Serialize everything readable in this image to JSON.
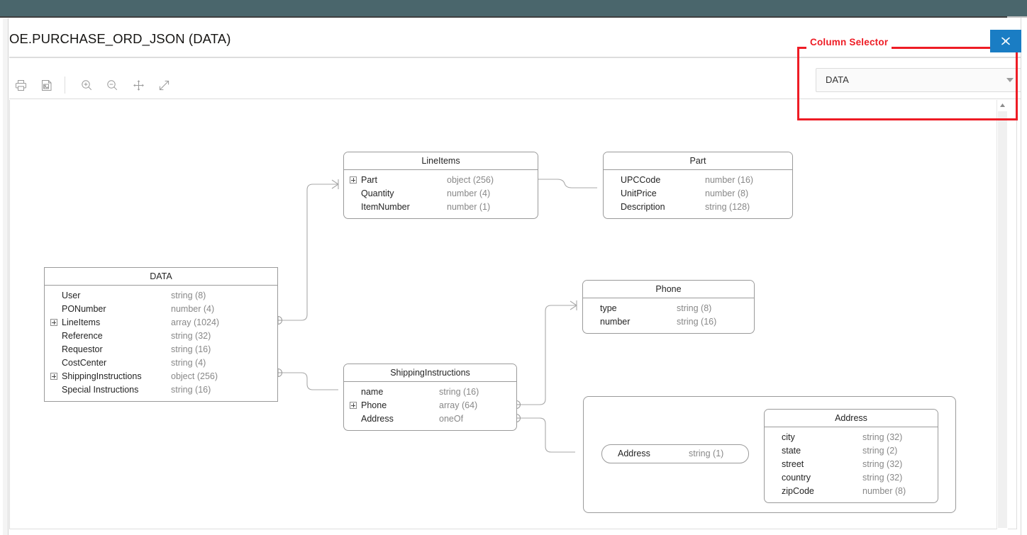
{
  "window": {
    "top_bar_color": "#4a666c",
    "accent_blue": "#1a7dc4",
    "annotation_color": "#ee1c25"
  },
  "page": {
    "title": "OE.PURCHASE_ORD_JSON (DATA)"
  },
  "toolbar": {
    "buttons": [
      {
        "name": "print-icon",
        "title": "Print"
      },
      {
        "name": "save-image-icon",
        "title": "Save as Image"
      },
      {
        "name": "zoom-in-icon",
        "title": "Zoom In"
      },
      {
        "name": "zoom-out-icon",
        "title": "Zoom Out"
      },
      {
        "name": "pan-icon",
        "title": "Pan"
      },
      {
        "name": "fit-screen-icon",
        "title": "Fit to Screen"
      }
    ]
  },
  "column_selector": {
    "annotation_label": "Column Selector",
    "selected": "DATA",
    "options": [
      "DATA"
    ]
  },
  "restore_button": {
    "label": "restore-window-icon"
  },
  "scrollbar": {
    "up_arrow": "scroll-up-icon"
  },
  "diagram": {
    "entities": [
      {
        "id": "data",
        "title": "DATA",
        "rows": [
          {
            "name": "User",
            "type": "string (8)",
            "expandable": false
          },
          {
            "name": "PONumber",
            "type": "number (4)",
            "expandable": false
          },
          {
            "name": "LineItems",
            "type": "array (1024)",
            "expandable": true
          },
          {
            "name": "Reference",
            "type": "string (32)",
            "expandable": false
          },
          {
            "name": "Requestor",
            "type": "string (16)",
            "expandable": false
          },
          {
            "name": "CostCenter",
            "type": "string (4)",
            "expandable": false
          },
          {
            "name": "ShippingInstructions",
            "type": "object (256)",
            "expandable": true
          },
          {
            "name": "Special Instructions",
            "type": "string (16)",
            "expandable": false
          }
        ]
      },
      {
        "id": "lineitems",
        "title": "LineItems",
        "rows": [
          {
            "name": "Part",
            "type": "object (256)",
            "expandable": true
          },
          {
            "name": "Quantity",
            "type": "number (4)",
            "expandable": false
          },
          {
            "name": "ItemNumber",
            "type": "number (1)",
            "expandable": false
          }
        ]
      },
      {
        "id": "part",
        "title": "Part",
        "rows": [
          {
            "name": "UPCCode",
            "type": "number (16)",
            "expandable": false
          },
          {
            "name": "UnitPrice",
            "type": "number (8)",
            "expandable": false
          },
          {
            "name": "Description",
            "type": "string (128)",
            "expandable": false
          }
        ]
      },
      {
        "id": "shippinginstructions",
        "title": "ShippingInstructions",
        "rows": [
          {
            "name": "name",
            "type": "string (16)",
            "expandable": false
          },
          {
            "name": "Phone",
            "type": "array (64)",
            "expandable": true
          },
          {
            "name": "Address",
            "type": "oneOf",
            "expandable": false
          }
        ]
      },
      {
        "id": "phone",
        "title": "Phone",
        "rows": [
          {
            "name": "type",
            "type": "string (8)",
            "expandable": false
          },
          {
            "name": "number",
            "type": "string (16)",
            "expandable": false
          }
        ]
      },
      {
        "id": "address",
        "title": "Address",
        "rows": [
          {
            "name": "city",
            "type": "string (32)",
            "expandable": false
          },
          {
            "name": "state",
            "type": "string (2)",
            "expandable": false
          },
          {
            "name": "street",
            "type": "string (32)",
            "expandable": false
          },
          {
            "name": "country",
            "type": "string (32)",
            "expandable": false
          },
          {
            "name": "zipCode",
            "type": "number (8)",
            "expandable": false
          }
        ]
      }
    ],
    "pill": {
      "id": "address-scalar",
      "name": "Address",
      "type": "string (1)"
    }
  }
}
